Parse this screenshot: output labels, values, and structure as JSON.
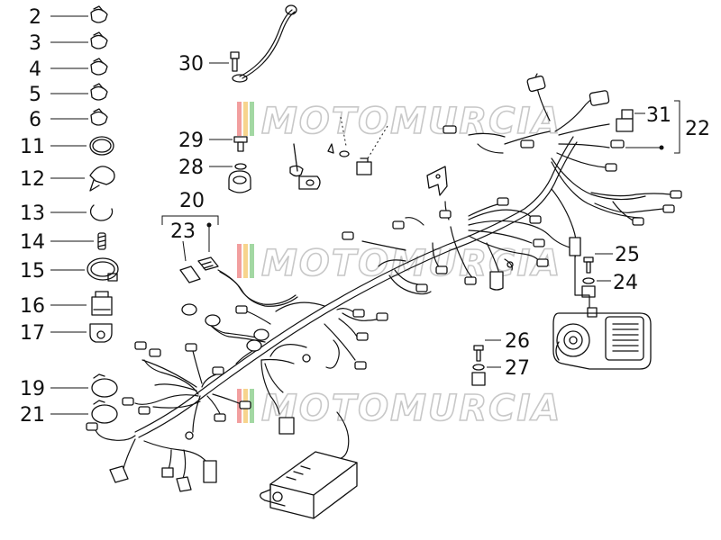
{
  "watermark": {
    "text": "MOTOMURCIA",
    "stripe_colors": [
      "#e85050",
      "#f0b030",
      "#58b858"
    ]
  },
  "callouts": {
    "c2": "2",
    "c3": "3",
    "c4": "4",
    "c5": "5",
    "c6": "6",
    "c11": "11",
    "c12": "12",
    "c13": "13",
    "c14": "14",
    "c15": "15",
    "c16": "16",
    "c17": "17",
    "c19": "19",
    "c21": "21",
    "c30": "30",
    "c29": "29",
    "c28": "28",
    "c20": "20",
    "c23": "23",
    "c31": "31",
    "c22": "22",
    "c25": "25",
    "c24": "24",
    "c26": "26",
    "c27": "27"
  }
}
